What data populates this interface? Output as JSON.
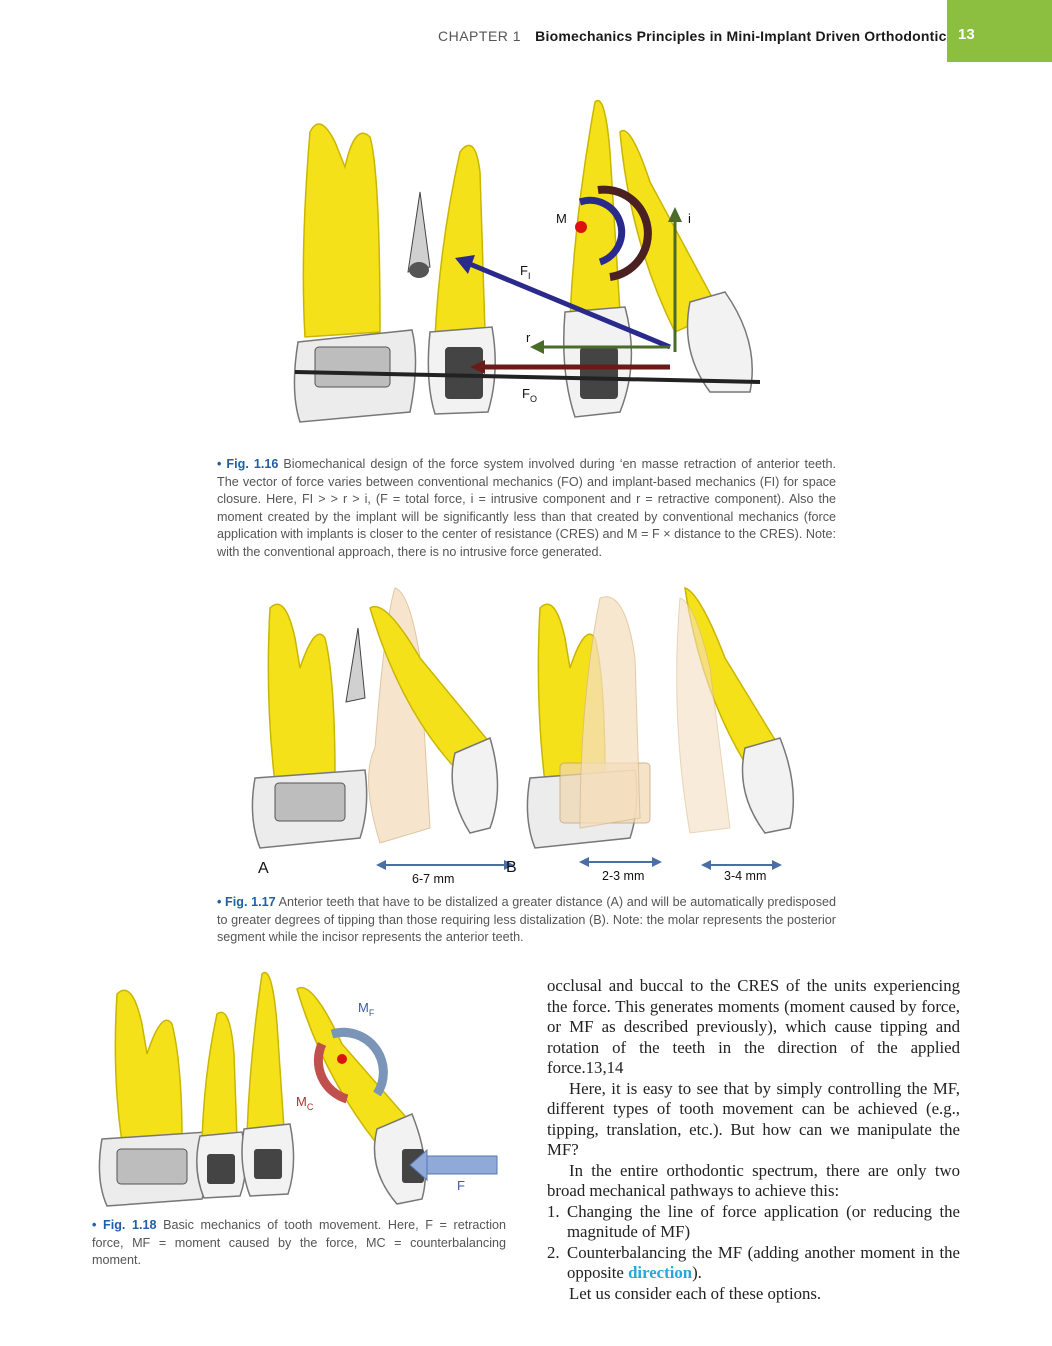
{
  "header": {
    "chapter_label": "CHAPTER 1",
    "chapter_title": "Biomechanics Principles in Mini-Implant Driven Orthodontics",
    "page_number": "13",
    "tab_color": "#8cbf3f"
  },
  "fig16": {
    "labels": {
      "m": "M",
      "i": "i",
      "fi": "F",
      "fi_sub": "I",
      "r": "r",
      "fo": "F",
      "fo_sub": "O"
    },
    "caption_label": "• Fig. 1.16",
    "caption_text": "Biomechanical design of the force system involved during ‘en masse retraction of anterior teeth. The vector of force varies between conventional mechanics (FO) and implant-based mechanics (FI) for space closure. Here, FI > > r > i, (F = total force, i = intrusive component and r = retractive component). Also the moment created by the implant will be significantly less than that created by conventional mechanics (force application with implants is closer to the center of resistance (CRES) and M = F × distance to the CRES). Note: with the conventional approach, there is no intrusive force generated."
  },
  "fig17": {
    "label_a": "A",
    "label_b": "B",
    "dist_a": "6-7 mm",
    "dist_b1": "2-3 mm",
    "dist_b2": "3-4 mm",
    "caption_label": "• Fig. 1.17",
    "caption_text": "Anterior teeth that have to be distalized a greater distance (A) and will be automatically predisposed to greater degrees of tipping than those requiring less distalization (B). Note: the molar represents the posterior segment while the incisor represents the anterior teeth."
  },
  "fig18": {
    "labels": {
      "mf": "M",
      "mf_sub": "F",
      "mc": "M",
      "mc_sub": "C",
      "f": "F"
    },
    "caption_label": "• Fig. 1.18",
    "caption_text": "Basic mechanics of tooth movement. Here, F = retraction force, MF = moment caused by the force, MC = counterbalancing moment."
  },
  "body": {
    "p1": "occlusal and buccal to the CRES of the units experiencing the force. This generates moments (moment caused by force, or MF as described previously), which cause tipping and rotation of the teeth in the direction of the applied force.13,14",
    "p2": "Here, it is easy to see that by simply controlling the MF, different types of tooth movement can be achieved (e.g., tipping, translation, etc.). But how can we manipulate the MF?",
    "p3": "In the entire orthodontic spectrum, there are only two broad mechanical pathways to achieve this:",
    "item1_num": "1.",
    "item1": "Changing the line of force application (or reducing the magnitude of MF)",
    "item2_num": "2.",
    "item2_pre": "Counterbalancing the MF (adding another moment in the opposite",
    "item2_link": "direction",
    "item2_post": ").",
    "p4": "Let us consider each of these options."
  }
}
